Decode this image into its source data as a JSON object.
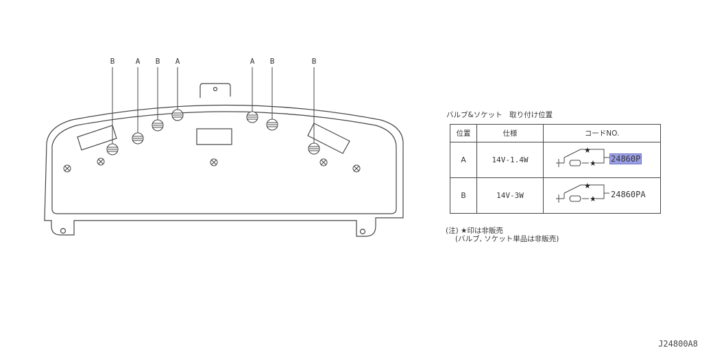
{
  "diagram": {
    "callouts": [
      {
        "label": "B"
      },
      {
        "label": "A"
      },
      {
        "label": "B"
      },
      {
        "label": "A"
      },
      {
        "label": "A"
      },
      {
        "label": "B"
      },
      {
        "label": "B"
      }
    ]
  },
  "table": {
    "title": "バルブ&ソケット　取り付け位置",
    "headers": {
      "position": "位置",
      "spec": "仕様",
      "code": "コードNO."
    },
    "rows": [
      {
        "position": "A",
        "spec": "14V-1.4W",
        "code": "24860P"
      },
      {
        "position": "B",
        "spec": "14V-3W",
        "code": "24860PA"
      }
    ]
  },
  "note": {
    "line1": "(注) ★印は非販売",
    "line2": "(バルブ, ソケット単品は非販売)"
  },
  "drawing_id": "J24800A8",
  "colors": {
    "highlight": "#9b9fe6",
    "line": "#444444"
  }
}
